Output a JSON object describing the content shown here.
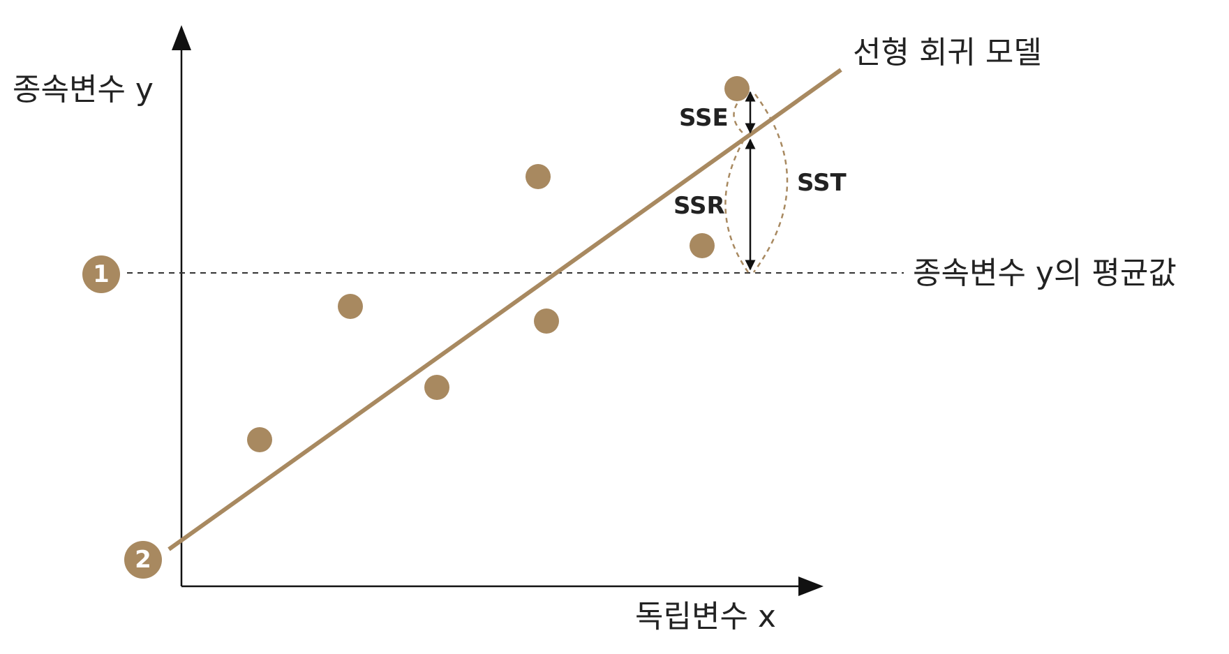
{
  "labels": {
    "y_axis": "종속변수 y",
    "x_axis": "독립변수 x",
    "model": "선형 회귀 모델",
    "mean": "종속변수 y의 평균값",
    "sse": "SSE",
    "ssr": "SSR",
    "sst": "SST"
  },
  "markers": [
    "1",
    "2"
  ],
  "colors": {
    "accent": "#a88960",
    "axis": "#111111",
    "text": "#222222",
    "dashed_mean": "#333333"
  },
  "chart_data": {
    "type": "scatter",
    "title": "",
    "xlabel": "독립변수 x",
    "ylabel": "종속변수 y",
    "points": [
      {
        "x": 1.0,
        "y": 1.3
      },
      {
        "x": 2.0,
        "y": 3.1
      },
      {
        "x": 2.8,
        "y": 2.0
      },
      {
        "x": 4.0,
        "y": 5.6
      },
      {
        "x": 4.1,
        "y": 2.9
      },
      {
        "x": 5.8,
        "y": 3.7
      },
      {
        "x": 6.2,
        "y": 7.0
      }
    ],
    "regression_line": {
      "label": "선형 회귀 모델",
      "intercept": 0.0,
      "slope": 1.0
    },
    "mean_y": 3.5,
    "highlight_point": {
      "x": 6.2,
      "y": 7.0
    },
    "decomposition": [
      "SSE",
      "SSR",
      "SST"
    ]
  }
}
